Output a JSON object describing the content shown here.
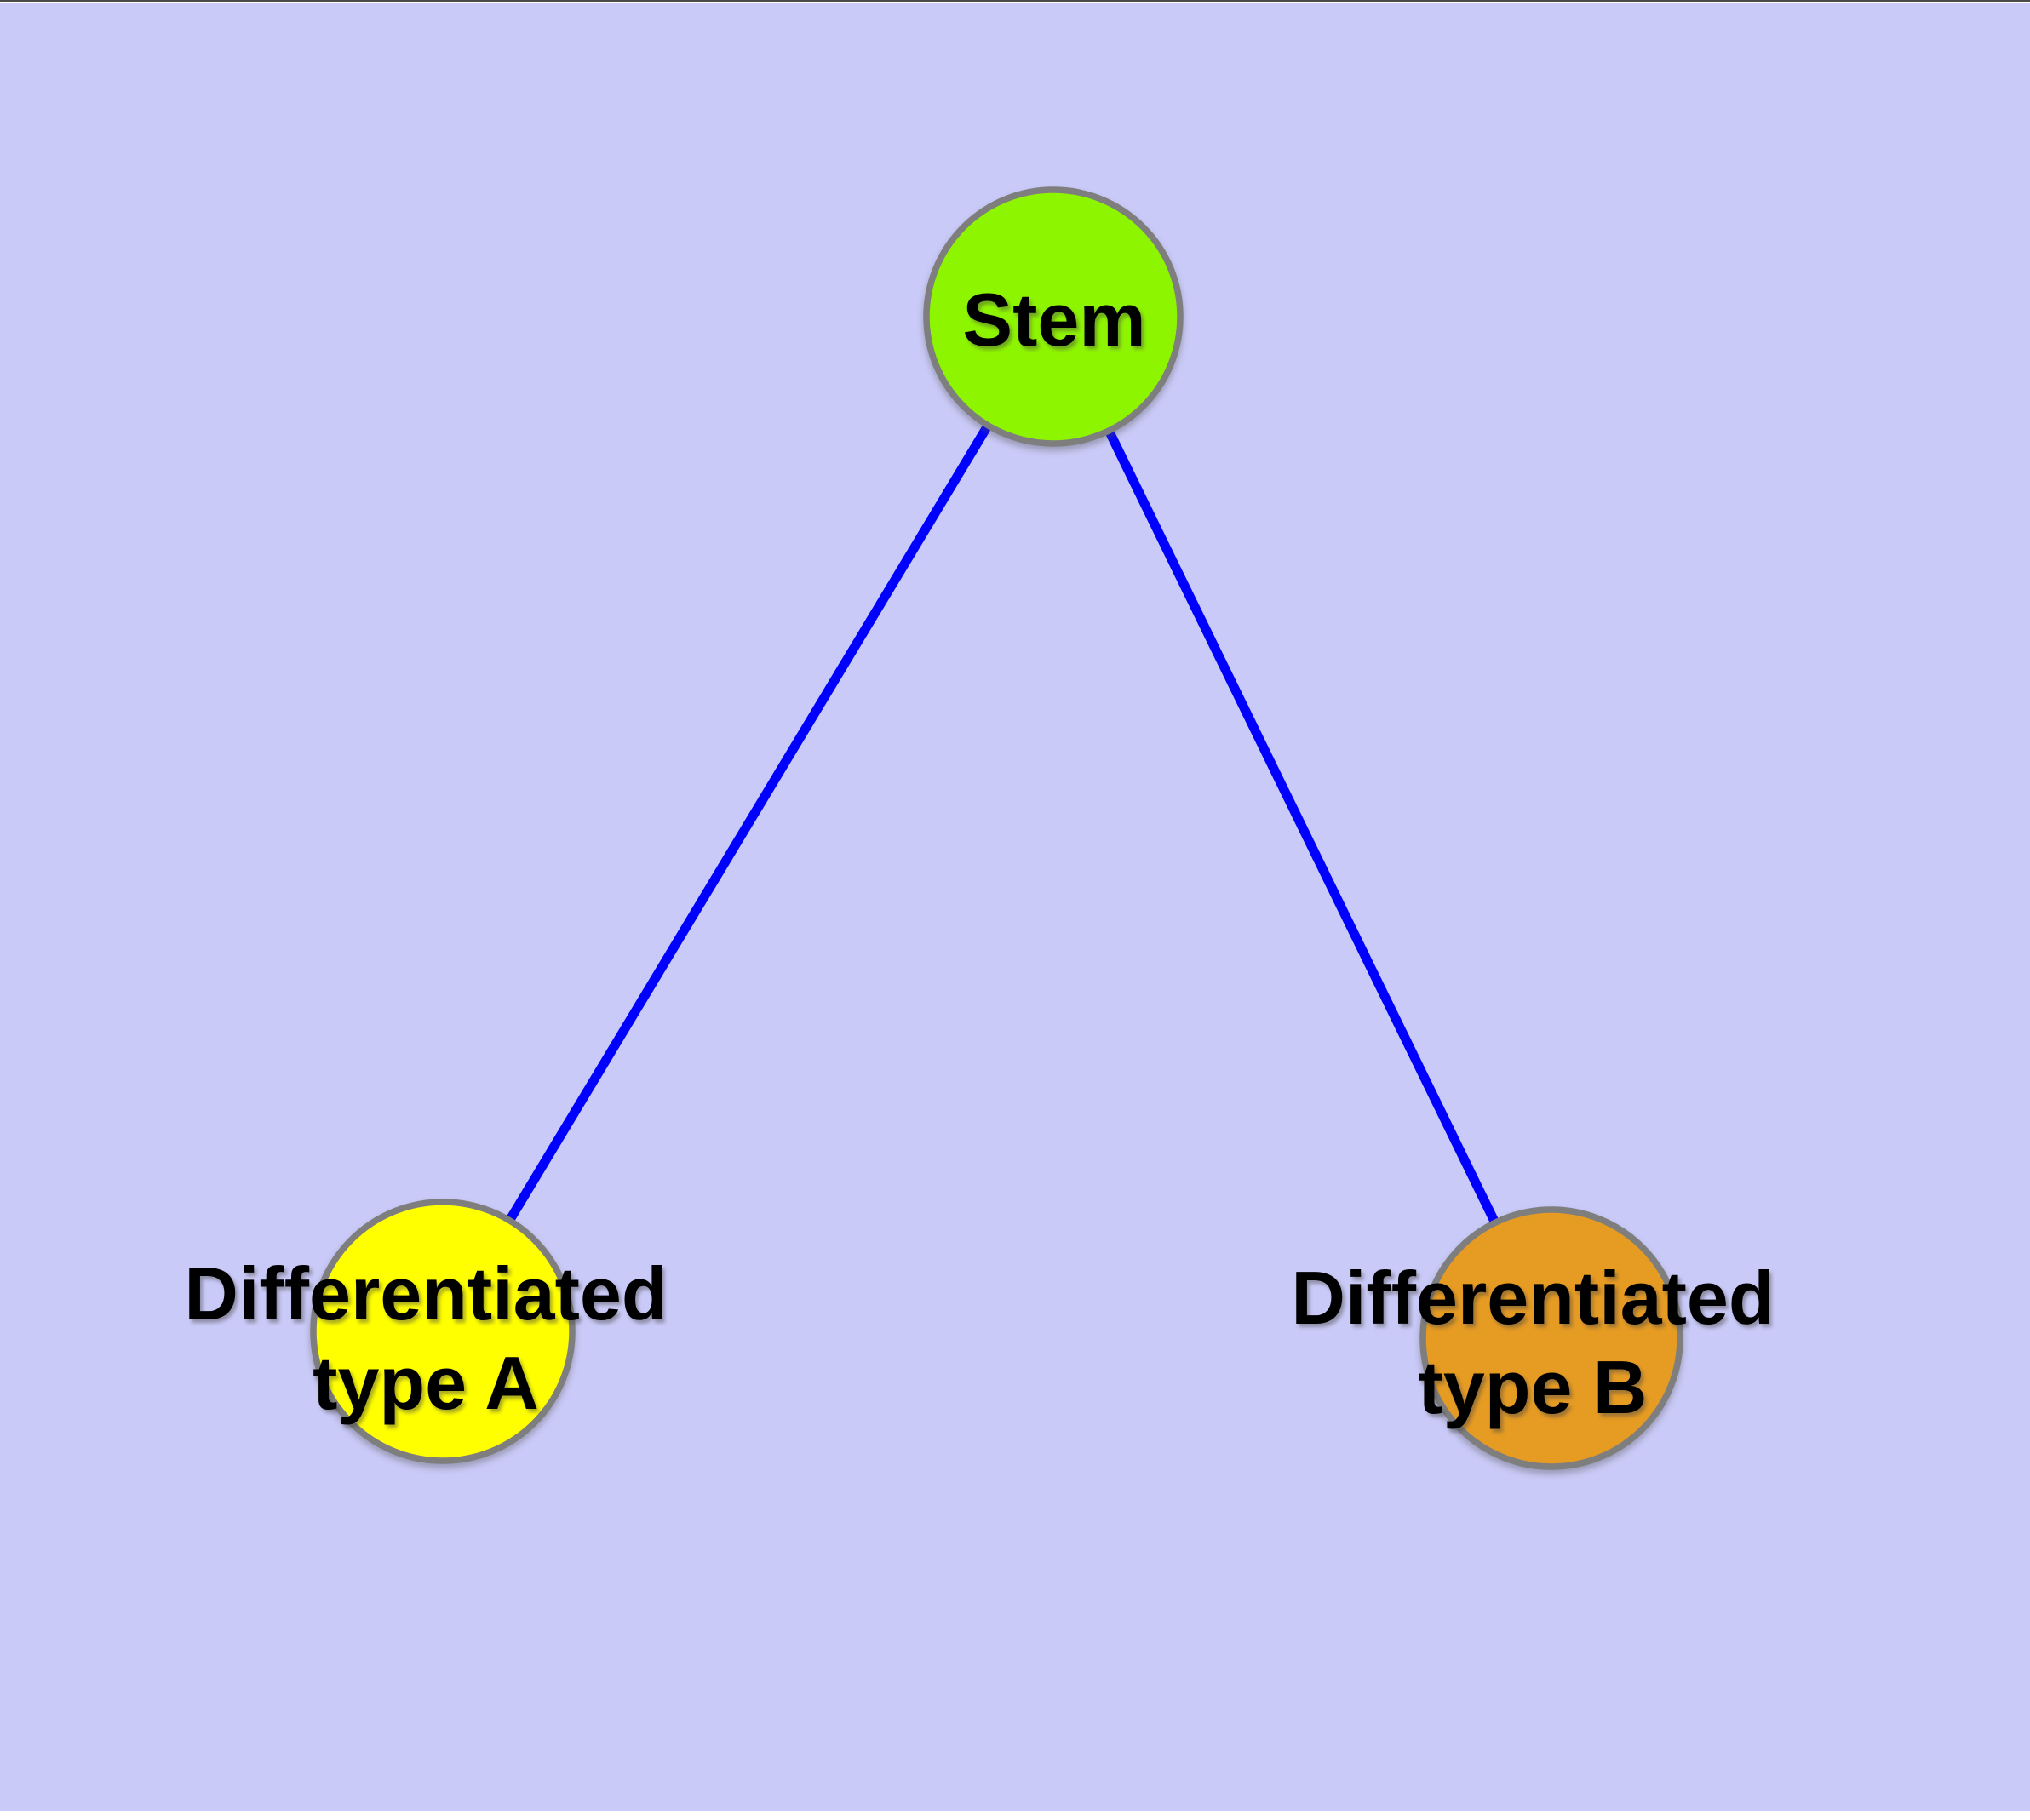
{
  "diagram": {
    "type": "node-link-graph",
    "nodes": [
      {
        "id": "stem",
        "label": "Stem",
        "label_line1": "Stem",
        "label_line2": "",
        "shape": "circle",
        "color": "#8EF501"
      },
      {
        "id": "diff_a",
        "label": "Differentiated type A",
        "label_line1": "Differentiated",
        "label_line2": "type A",
        "shape": "circle",
        "color": "#FFFF00"
      },
      {
        "id": "diff_b",
        "label": "Differentiated type B",
        "label_line1": "Differentiated",
        "label_line2": "type B",
        "shape": "circle",
        "color": "#E69B23"
      }
    ],
    "edges": [
      {
        "from": "stem",
        "to": "diff_a"
      },
      {
        "from": "stem",
        "to": "diff_b"
      }
    ]
  },
  "colors": {
    "page": "#FFFFFF",
    "background": "#CACAF8",
    "window_edge": "#4A4A4A",
    "edge": "#0000FF",
    "node_border": "#7E7E7E",
    "label_text": "#000000"
  }
}
